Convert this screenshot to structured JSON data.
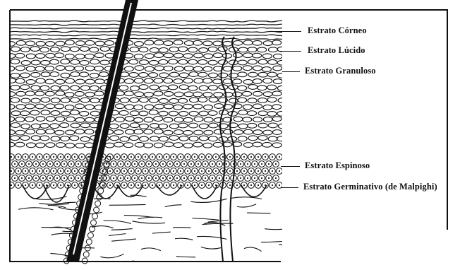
{
  "labels": {
    "corneo": "Estrato Córneo",
    "lucido": "Estrato Lúcido",
    "granuloso": "Estrato Granuloso",
    "espinoso": "Estrato Espinoso",
    "germinativo": "Estrato Germinativo (de Malpighi)"
  },
  "colors": {
    "ink": "#111111",
    "paper": "#ffffff"
  }
}
